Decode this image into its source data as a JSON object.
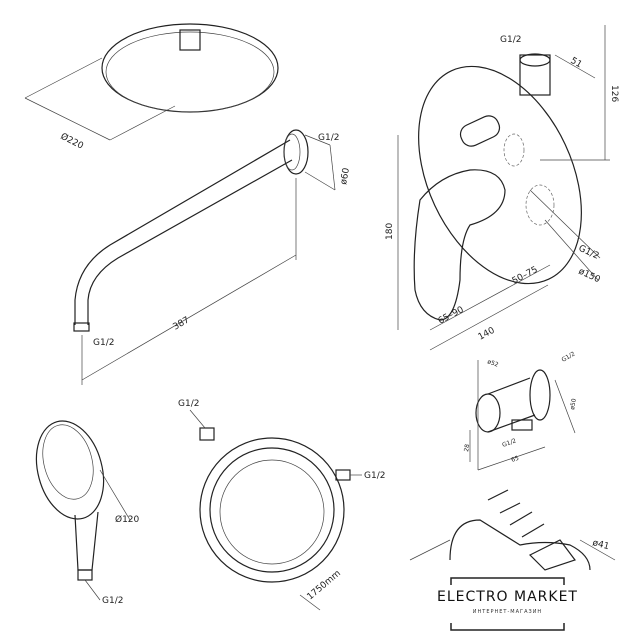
{
  "rain_shower": {
    "diameter": "Ø220"
  },
  "shower_arm": {
    "thread_top": "G1/2",
    "flange": "ø60",
    "length": "387",
    "thread_end": "G1/2"
  },
  "mixer": {
    "thread_top": "G1/2",
    "depth": "51",
    "height_top": "126",
    "height": "180",
    "thread_side": "G1/2",
    "diameter": "ø150",
    "range_a": "65–90",
    "range_b": "50–75",
    "width": "140"
  },
  "wall_outlet": {
    "d1": "ø52",
    "thread_top": "G1/2",
    "d2": "ø50",
    "height": "28",
    "thread_bottom": "G1/2",
    "length": "65"
  },
  "hand_shower": {
    "diameter": "Ø120",
    "thread": "G1/2"
  },
  "hose": {
    "thread_a": "G1/2",
    "thread_b": "G1/2",
    "length": "1750mm"
  },
  "holder": {
    "diameter": "ø41"
  },
  "logo": {
    "title": "ELECTRO MARKET",
    "subtitle": "ИНТЕРНЕТ-МАГАЗИН"
  }
}
